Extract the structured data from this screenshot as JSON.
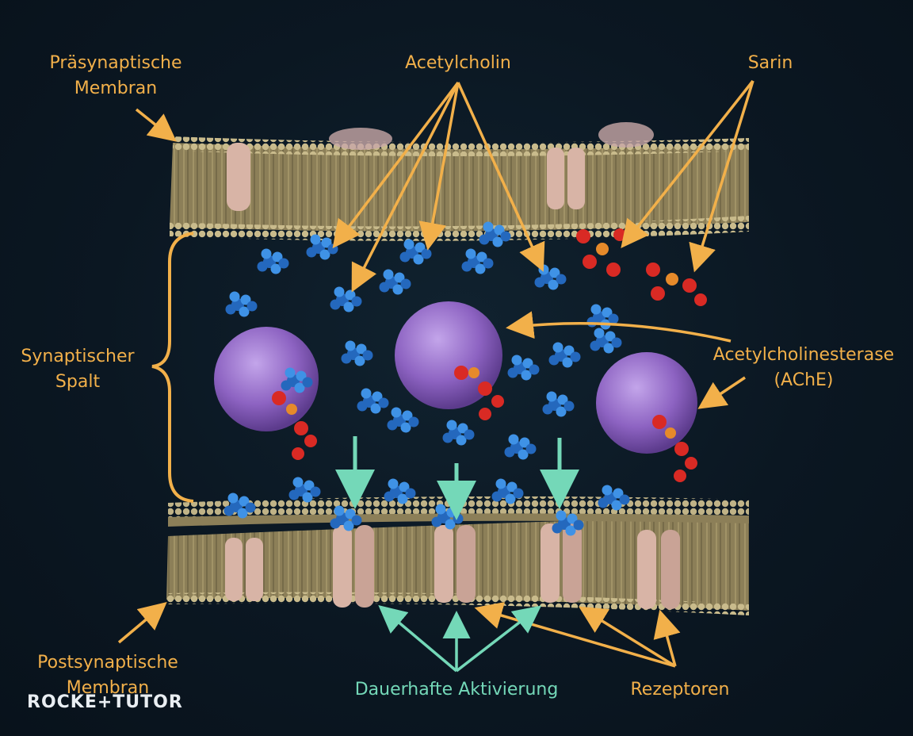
{
  "labels": {
    "presynaptic_line1": "Präsynaptische",
    "presynaptic_line2": "Membran",
    "acetylcholine": "Acetylcholin",
    "sarin": "Sarin",
    "cleft_line1": "Synaptischer",
    "cleft_line2": "Spalt",
    "ache_line1": "Acetylcholinesterase",
    "ache_line2": "(AChE)",
    "postsynaptic_line1": "Postsynaptische",
    "postsynaptic_line2": "Membran",
    "activation": "Dauerhafte Aktivierung",
    "receptors": "Rezeptoren"
  },
  "logo": {
    "text": "ROCKE+TUTOR"
  },
  "colors": {
    "label_orange": "#f2b04a",
    "label_green": "#74d8b8",
    "acetylcholine_blue": "#2f7fd6",
    "sarin_red": "#d92a24",
    "ache_purple": "#9a72c9",
    "membrane_tan": "#b8a97a",
    "receptor_pink": "#d8b4a6"
  }
}
